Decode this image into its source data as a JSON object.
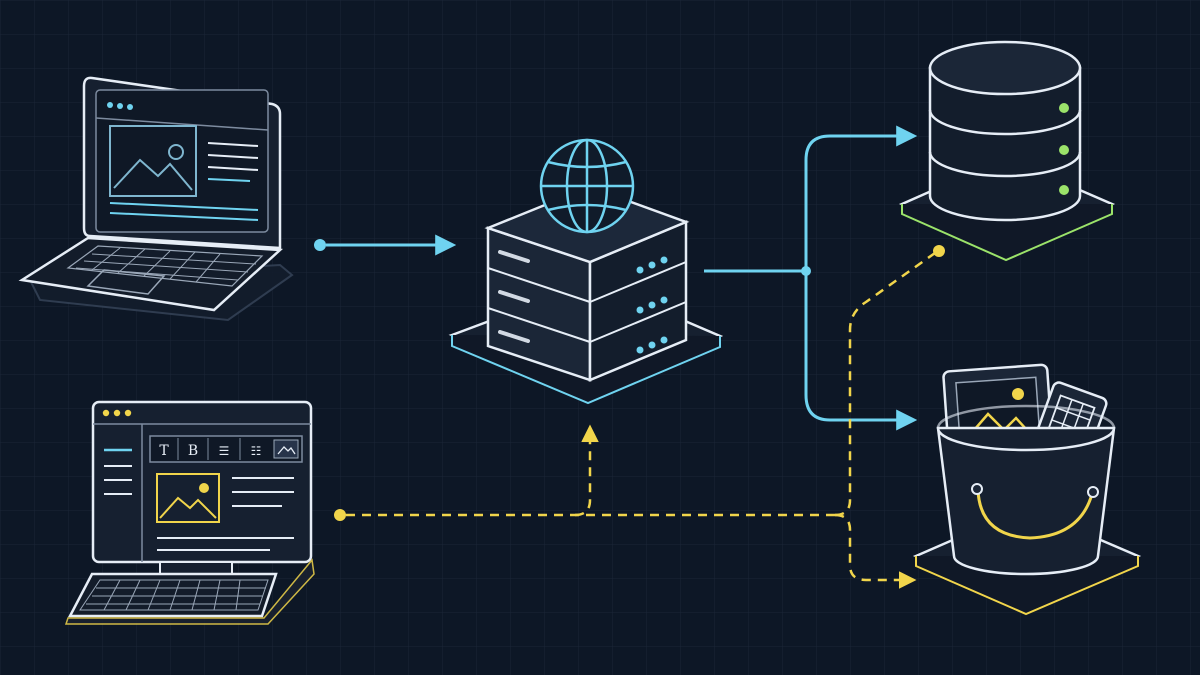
{
  "colors": {
    "background": "#0d1726",
    "grid": "#1a2637",
    "outline": "#dfe7f2",
    "panel": "#172131",
    "panel_dark": "#121b29",
    "cyan": "#6fd3f0",
    "yellow": "#f1d54b",
    "green": "#9be36a",
    "slate": "#334155"
  },
  "icons": {
    "laptop_viewer": "laptop-icon",
    "laptop_editor": "laptop-editor-icon",
    "web_server": "web-server-icon",
    "globe": "globe-icon",
    "database": "database-icon",
    "object_storage": "storage-bucket-icon"
  },
  "editor_toolbar": {
    "bold": "T",
    "italic": "B",
    "list1": "☰",
    "list2": "☷",
    "image": "▨"
  },
  "flows": {
    "read_path": "cyan-solid",
    "write_path": "yellow-dashed"
  }
}
